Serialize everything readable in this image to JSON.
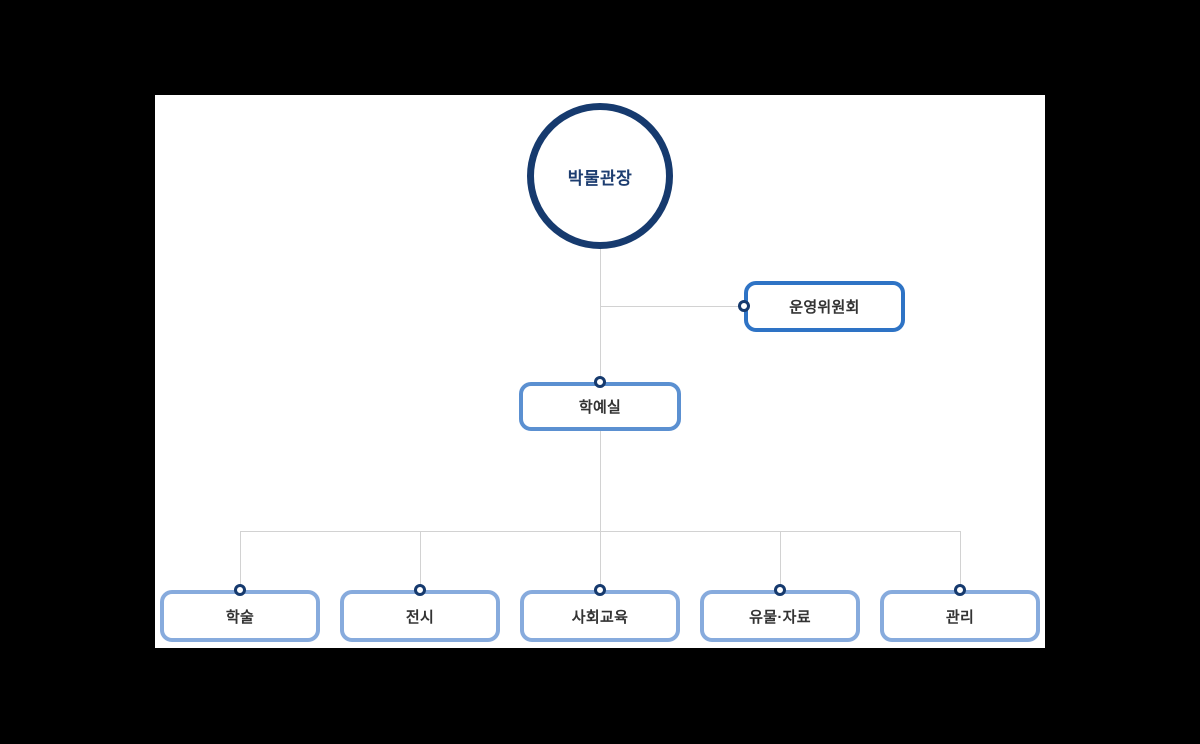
{
  "org_chart": {
    "root": {
      "label": "박물관장"
    },
    "committee": {
      "label": "운영위원회"
    },
    "office": {
      "label": "학예실"
    },
    "departments": [
      {
        "label": "학술"
      },
      {
        "label": "전시"
      },
      {
        "label": "사회교육"
      },
      {
        "label": "유물·자료"
      },
      {
        "label": "관리"
      }
    ],
    "colors": {
      "root_border": "#163a6e",
      "root_text": "#1d3d70",
      "committee_border": "#2e73c5",
      "office_border": "#5b90d1",
      "department_border": "#87abdd",
      "connector_line": "#d2d2d2",
      "connector_dot": "#163a6e",
      "label_text": "#333333",
      "page_background": "#000000",
      "panel_background": "#ffffff"
    }
  }
}
